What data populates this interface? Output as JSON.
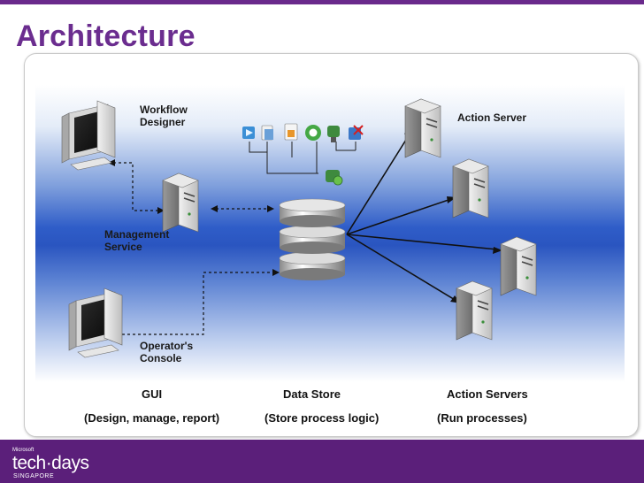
{
  "title": "Architecture",
  "nodes": {
    "workflow_designer": "Workflow\nDesigner",
    "management_service": "Management\nService",
    "operators_console": "Operator's\nConsole",
    "action_server": "Action Server"
  },
  "captions": {
    "gui": "GUI",
    "gui_sub": "(Design, manage, report)",
    "data_store": "Data Store",
    "data_store_sub": "(Store process logic)",
    "action_servers": "Action Servers",
    "action_servers_sub": "(Run processes)"
  },
  "footer": {
    "logo_small": "Microsoft",
    "logo_main": "tech·days",
    "logo_sub": "SINGAPORE"
  },
  "colors": {
    "title": "#6b2d8f",
    "footer": "#5b1f7a",
    "accent_blue": "#2a55c0"
  }
}
